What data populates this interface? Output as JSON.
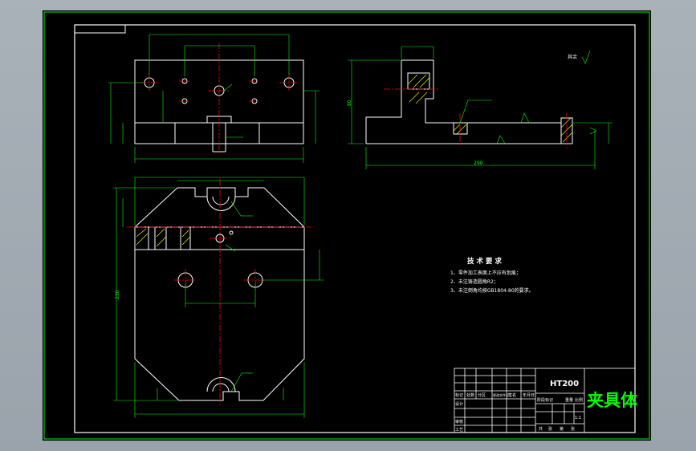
{
  "colors": {
    "background": "#000000",
    "outline": "#ffffff",
    "dimension": "#00ff00",
    "centerline": "#ff0000",
    "hatch": "#ffff00",
    "note": "#ffffff"
  },
  "notes": {
    "roughness_symbol_note": "其余",
    "title": "技 术 要 求",
    "items": [
      "1、零件加工表面上不应有划痕；",
      "2、未注铸造圆角R2；",
      "3、未注倒角均按GB1804-80的要求。"
    ]
  },
  "title_block": {
    "material": "HT200",
    "part_name": "夹具体",
    "scale": "1:1",
    "row_labels": [
      "标记",
      "设计",
      "审核",
      "工艺"
    ],
    "header_labels": [
      "处数",
      "分区",
      "更改文件号",
      "签名",
      "年月日"
    ],
    "stage_labels": [
      "阶段标记",
      "重量",
      "比例"
    ],
    "sheet": [
      "共",
      "张",
      "第",
      "张"
    ]
  }
}
